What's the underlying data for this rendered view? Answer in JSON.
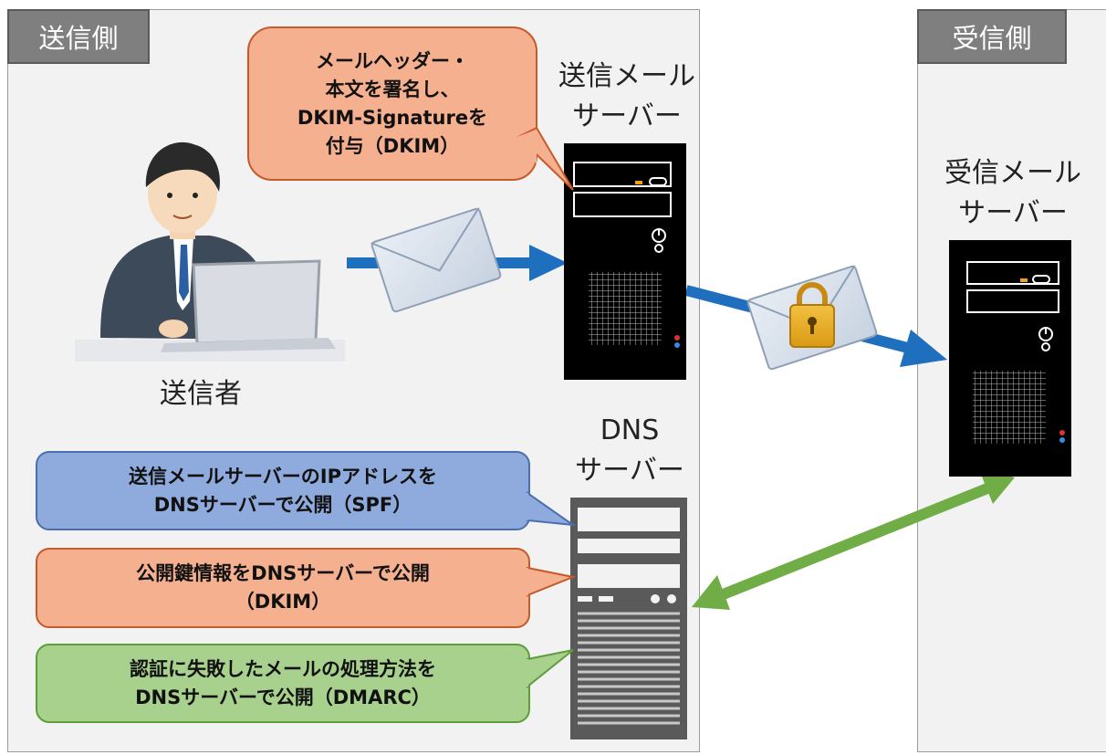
{
  "sender_side": {
    "tab_label": "送信側"
  },
  "receiver_side": {
    "tab_label": "受信側"
  },
  "sender": {
    "label": "送信者"
  },
  "send_server": {
    "label_lines": [
      "送信メール",
      "サーバー"
    ]
  },
  "recv_server": {
    "label_lines": [
      "受信メール",
      "サーバー"
    ]
  },
  "dns_server": {
    "label_lines": [
      "DNS",
      "サーバー"
    ]
  },
  "callouts": {
    "dkim_sign": {
      "lines": [
        "メールヘッダー・",
        "本文を署名し、",
        "DKIM-Signatureを",
        "付与（DKIM）"
      ],
      "color": "#f4b08f"
    },
    "spf": {
      "lines": [
        "送信メールサーバーのIPアドレスを",
        "DNSサーバーで公開（SPF）"
      ],
      "color": "#8faadc"
    },
    "dkim_key": {
      "lines": [
        "公開鍵情報をDNSサーバーで公開",
        "（DKIM）"
      ],
      "color": "#f4b08f"
    },
    "dmarc": {
      "lines": [
        "認証に失敗したメールの処理方法を",
        "DNSサーバーで公開（DMARC）"
      ],
      "color": "#a9d18e"
    }
  },
  "colors": {
    "flow_arrow": "#1f6fbf",
    "dns_arrow": "#70ad47",
    "panel_bg": "#f2f2f2",
    "tab_bg": "#7f7f7f"
  },
  "icons": [
    "businessman-laptop-icon",
    "envelope-icon",
    "locked-envelope-icon",
    "server-tower-icon",
    "dns-rack-icon"
  ]
}
